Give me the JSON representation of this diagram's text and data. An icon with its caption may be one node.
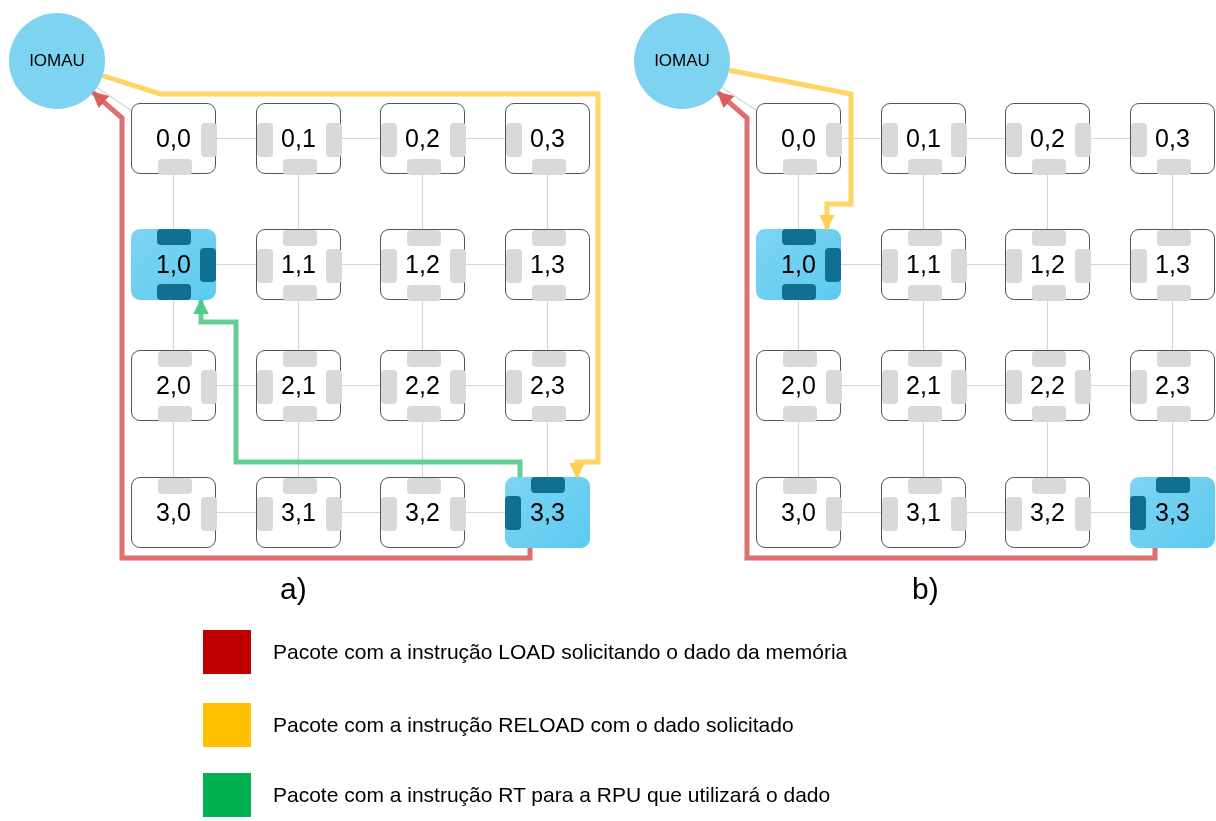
{
  "diagram": {
    "nodes": [
      {
        "text": [
          "IOMAU"
        ]
      },
      {
        "text": [
          "0,0"
        ]
      },
      {
        "text": [
          "0,1"
        ]
      },
      {
        "text": [
          "0,2"
        ]
      },
      {
        "text": [
          "0,3"
        ]
      },
      {
        "text": [
          "1,0"
        ]
      },
      {
        "text": [
          "1,1"
        ]
      },
      {
        "text": [
          "1,2"
        ]
      },
      {
        "text": [
          "1,3"
        ]
      },
      {
        "text": [
          "2,0"
        ]
      },
      {
        "text": [
          "2,1"
        ]
      },
      {
        "text": [
          "2,2"
        ]
      },
      {
        "text": [
          "2,3"
        ]
      },
      {
        "text": [
          "3,0"
        ]
      },
      {
        "text": [
          "3,1"
        ]
      },
      {
        "text": [
          "3,2"
        ]
      },
      {
        "text": [
          "3,3"
        ]
      },
      {
        "text": [
          "IOMAU"
        ]
      },
      {
        "text": [
          "0,0"
        ]
      },
      {
        "text": [
          "0,1"
        ]
      },
      {
        "text": [
          "0,2"
        ]
      },
      {
        "text": [
          "0,3"
        ]
      },
      {
        "text": [
          "1,0"
        ]
      },
      {
        "text": [
          "1,1"
        ]
      },
      {
        "text": [
          "1,2"
        ]
      },
      {
        "text": [
          "1,3"
        ]
      },
      {
        "text": [
          "2,0"
        ]
      },
      {
        "text": [
          "2,1"
        ]
      },
      {
        "text": [
          "2,2"
        ]
      },
      {
        "text": [
          "2,3"
        ]
      },
      {
        "text": [
          "3,0"
        ]
      },
      {
        "text": [
          "3,1"
        ]
      },
      {
        "text": [
          "3,2"
        ]
      },
      {
        "text": [
          "3,3"
        ]
      }
    ],
    "edges": [
      {
        "from": 0,
        "to": 1,
        "arrow": "none"
      },
      {
        "from": 1,
        "to": 2,
        "arrow": "none"
      },
      {
        "from": 2,
        "to": 3,
        "arrow": "none"
      },
      {
        "from": 3,
        "to": 4,
        "arrow": "none"
      },
      {
        "from": 5,
        "to": 6,
        "arrow": "none"
      },
      {
        "from": 6,
        "to": 7,
        "arrow": "none"
      },
      {
        "from": 7,
        "to": 8,
        "arrow": "none"
      },
      {
        "from": 9,
        "to": 10,
        "arrow": "none"
      },
      {
        "from": 10,
        "to": 11,
        "arrow": "none"
      },
      {
        "from": 11,
        "to": 12,
        "arrow": "none"
      },
      {
        "from": 13,
        "to": 14,
        "arrow": "none"
      },
      {
        "from": 14,
        "to": 15,
        "arrow": "none"
      },
      {
        "from": 15,
        "to": 16,
        "arrow": "none"
      },
      {
        "from": 1,
        "to": 5,
        "arrow": "none"
      },
      {
        "from": 2,
        "to": 6,
        "arrow": "none"
      },
      {
        "from": 3,
        "to": 7,
        "arrow": "none"
      },
      {
        "from": 4,
        "to": 8,
        "arrow": "none"
      },
      {
        "from": 5,
        "to": 9,
        "arrow": "none"
      },
      {
        "from": 6,
        "to": 10,
        "arrow": "none"
      },
      {
        "from": 7,
        "to": 11,
        "arrow": "none"
      },
      {
        "from": 8,
        "to": 12,
        "arrow": "none"
      },
      {
        "from": 9,
        "to": 13,
        "arrow": "none"
      },
      {
        "from": 10,
        "to": 14,
        "arrow": "none"
      },
      {
        "from": 11,
        "to": 15,
        "arrow": "none"
      },
      {
        "from": 12,
        "to": 16,
        "arrow": "none"
      },
      {
        "from": 16,
        "to": 0,
        "arrow": "to",
        "style": "thick",
        "color": "#d95f5f"
      },
      {
        "from": 0,
        "to": 16,
        "arrow": "to",
        "style": "thick",
        "color": "#ffd054"
      },
      {
        "from": 16,
        "to": 5,
        "arrow": "to",
        "style": "thick",
        "color": "#55c98a"
      },
      {
        "from": 17,
        "to": 18,
        "arrow": "none"
      },
      {
        "from": 18,
        "to": 19,
        "arrow": "none"
      },
      {
        "from": 19,
        "to": 20,
        "arrow": "none"
      },
      {
        "from": 20,
        "to": 21,
        "arrow": "none"
      },
      {
        "from": 22,
        "to": 23,
        "arrow": "none"
      },
      {
        "from": 23,
        "to": 24,
        "arrow": "none"
      },
      {
        "from": 24,
        "to": 25,
        "arrow": "none"
      },
      {
        "from": 26,
        "to": 27,
        "arrow": "none"
      },
      {
        "from": 27,
        "to": 28,
        "arrow": "none"
      },
      {
        "from": 28,
        "to": 29,
        "arrow": "none"
      },
      {
        "from": 30,
        "to": 31,
        "arrow": "none"
      },
      {
        "from": 31,
        "to": 32,
        "arrow": "none"
      },
      {
        "from": 32,
        "to": 33,
        "arrow": "none"
      },
      {
        "from": 18,
        "to": 22,
        "arrow": "none"
      },
      {
        "from": 19,
        "to": 23,
        "arrow": "none"
      },
      {
        "from": 20,
        "to": 24,
        "arrow": "none"
      },
      {
        "from": 21,
        "to": 25,
        "arrow": "none"
      },
      {
        "from": 22,
        "to": 26,
        "arrow": "none"
      },
      {
        "from": 23,
        "to": 27,
        "arrow": "none"
      },
      {
        "from": 24,
        "to": 28,
        "arrow": "none"
      },
      {
        "from": 25,
        "to": 29,
        "arrow": "none"
      },
      {
        "from": 26,
        "to": 30,
        "arrow": "none"
      },
      {
        "from": 27,
        "to": 31,
        "arrow": "none"
      },
      {
        "from": 28,
        "to": 32,
        "arrow": "none"
      },
      {
        "from": 29,
        "to": 33,
        "arrow": "none"
      },
      {
        "from": 33,
        "to": 17,
        "arrow": "to",
        "style": "thick",
        "color": "#d95f5f"
      },
      {
        "from": 17,
        "to": 22,
        "arrow": "to",
        "style": "thick",
        "color": "#ffd054"
      }
    ],
    "labels": [
      "a)",
      "b)"
    ],
    "legend": [
      {
        "text": "Pacote com a instrução LOAD solicitando o dado da memória",
        "color": "#c00000"
      },
      {
        "text": "Pacote com a instrução RELOAD com o dado solicitado",
        "color": "#ffc000"
      },
      {
        "text": "Pacote com a instrução RT para a RPU que utilizará o dado",
        "color": "#00b050"
      }
    ]
  }
}
